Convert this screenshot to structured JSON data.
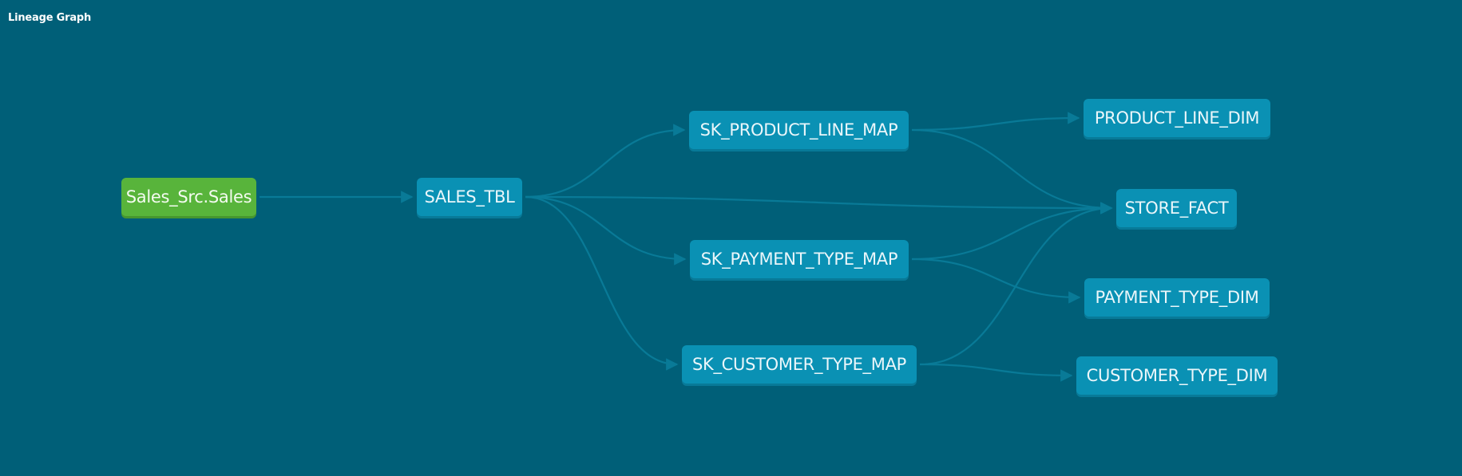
{
  "header": {
    "title": "Lineage Graph"
  },
  "colors": {
    "background": "#005f78",
    "node_fill": "#0a91b4",
    "source_node_fill": "#58b43b",
    "edge": "#0a7c99"
  },
  "nodes": [
    {
      "id": "sales_src",
      "label": "Sales_Src.Sales",
      "kind": "source"
    },
    {
      "id": "sales_tbl",
      "label": "SALES_TBL",
      "kind": "table"
    },
    {
      "id": "sk_product_line_map",
      "label": "SK_PRODUCT_LINE_MAP",
      "kind": "table"
    },
    {
      "id": "sk_payment_type_map",
      "label": "SK_PAYMENT_TYPE_MAP",
      "kind": "table"
    },
    {
      "id": "sk_customer_type_map",
      "label": "SK_CUSTOMER_TYPE_MAP",
      "kind": "table"
    },
    {
      "id": "product_line_dim",
      "label": "PRODUCT_LINE_DIM",
      "kind": "table"
    },
    {
      "id": "store_fact",
      "label": "STORE_FACT",
      "kind": "table"
    },
    {
      "id": "payment_type_dim",
      "label": "PAYMENT_TYPE_DIM",
      "kind": "table"
    },
    {
      "id": "customer_type_dim",
      "label": "CUSTOMER_TYPE_DIM",
      "kind": "table"
    }
  ],
  "edges": [
    {
      "from": "sales_src",
      "to": "sales_tbl"
    },
    {
      "from": "sales_tbl",
      "to": "sk_product_line_map"
    },
    {
      "from": "sales_tbl",
      "to": "store_fact"
    },
    {
      "from": "sales_tbl",
      "to": "sk_payment_type_map"
    },
    {
      "from": "sales_tbl",
      "to": "sk_customer_type_map"
    },
    {
      "from": "sk_product_line_map",
      "to": "product_line_dim"
    },
    {
      "from": "sk_product_line_map",
      "to": "store_fact"
    },
    {
      "from": "sk_payment_type_map",
      "to": "store_fact"
    },
    {
      "from": "sk_payment_type_map",
      "to": "payment_type_dim"
    },
    {
      "from": "sk_customer_type_map",
      "to": "store_fact"
    },
    {
      "from": "sk_customer_type_map",
      "to": "customer_type_dim"
    }
  ]
}
